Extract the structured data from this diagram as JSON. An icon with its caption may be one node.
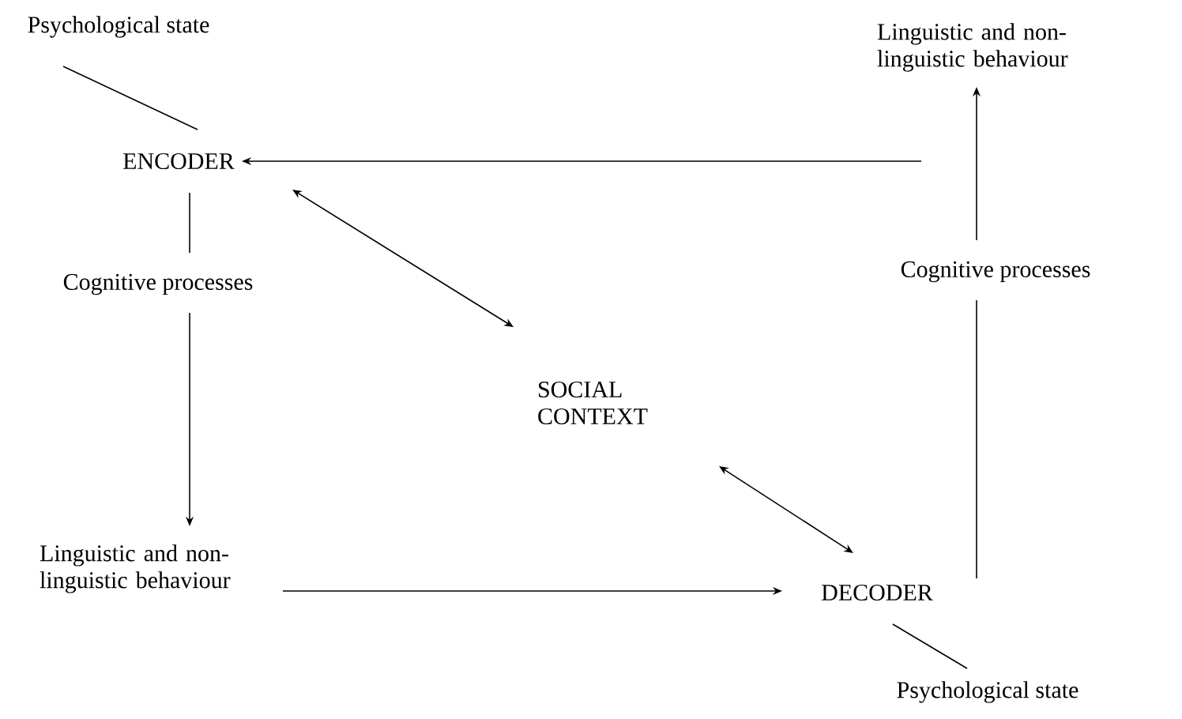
{
  "diagram": {
    "nodes": [
      {
        "text": [
          "Psychological state"
        ]
      },
      {
        "text": [
          "ENCODER"
        ]
      },
      {
        "text": [
          "Cognitive processes"
        ]
      },
      {
        "text": [
          "Linguistic and non-linguistic behaviour"
        ]
      },
      {
        "text": [
          "SOCIAL CONTEXT"
        ]
      },
      {
        "text": [
          "DECODER"
        ]
      },
      {
        "text": [
          "Psychological state"
        ]
      },
      {
        "text": [
          "Linguistic and non-linguistic behaviour"
        ]
      },
      {
        "text": [
          "Cognitive processes"
        ]
      }
    ],
    "edges": [
      {
        "from": 0,
        "to": 1,
        "arrow": "none"
      },
      {
        "from": 1,
        "to": 2,
        "arrow": "none"
      },
      {
        "from": 2,
        "to": 3,
        "arrow": "to"
      },
      {
        "from": 3,
        "to": 5,
        "arrow": "to"
      },
      {
        "from": 5,
        "to": 6,
        "arrow": "none"
      },
      {
        "from": 5,
        "to": 8,
        "arrow": "none"
      },
      {
        "from": 8,
        "to": 7,
        "arrow": "to"
      },
      {
        "from": 7,
        "to": 1,
        "arrow": "to"
      },
      {
        "from": 1,
        "to": 4,
        "arrow": "both"
      },
      {
        "from": 4,
        "to": 5,
        "arrow": "both"
      }
    ]
  }
}
